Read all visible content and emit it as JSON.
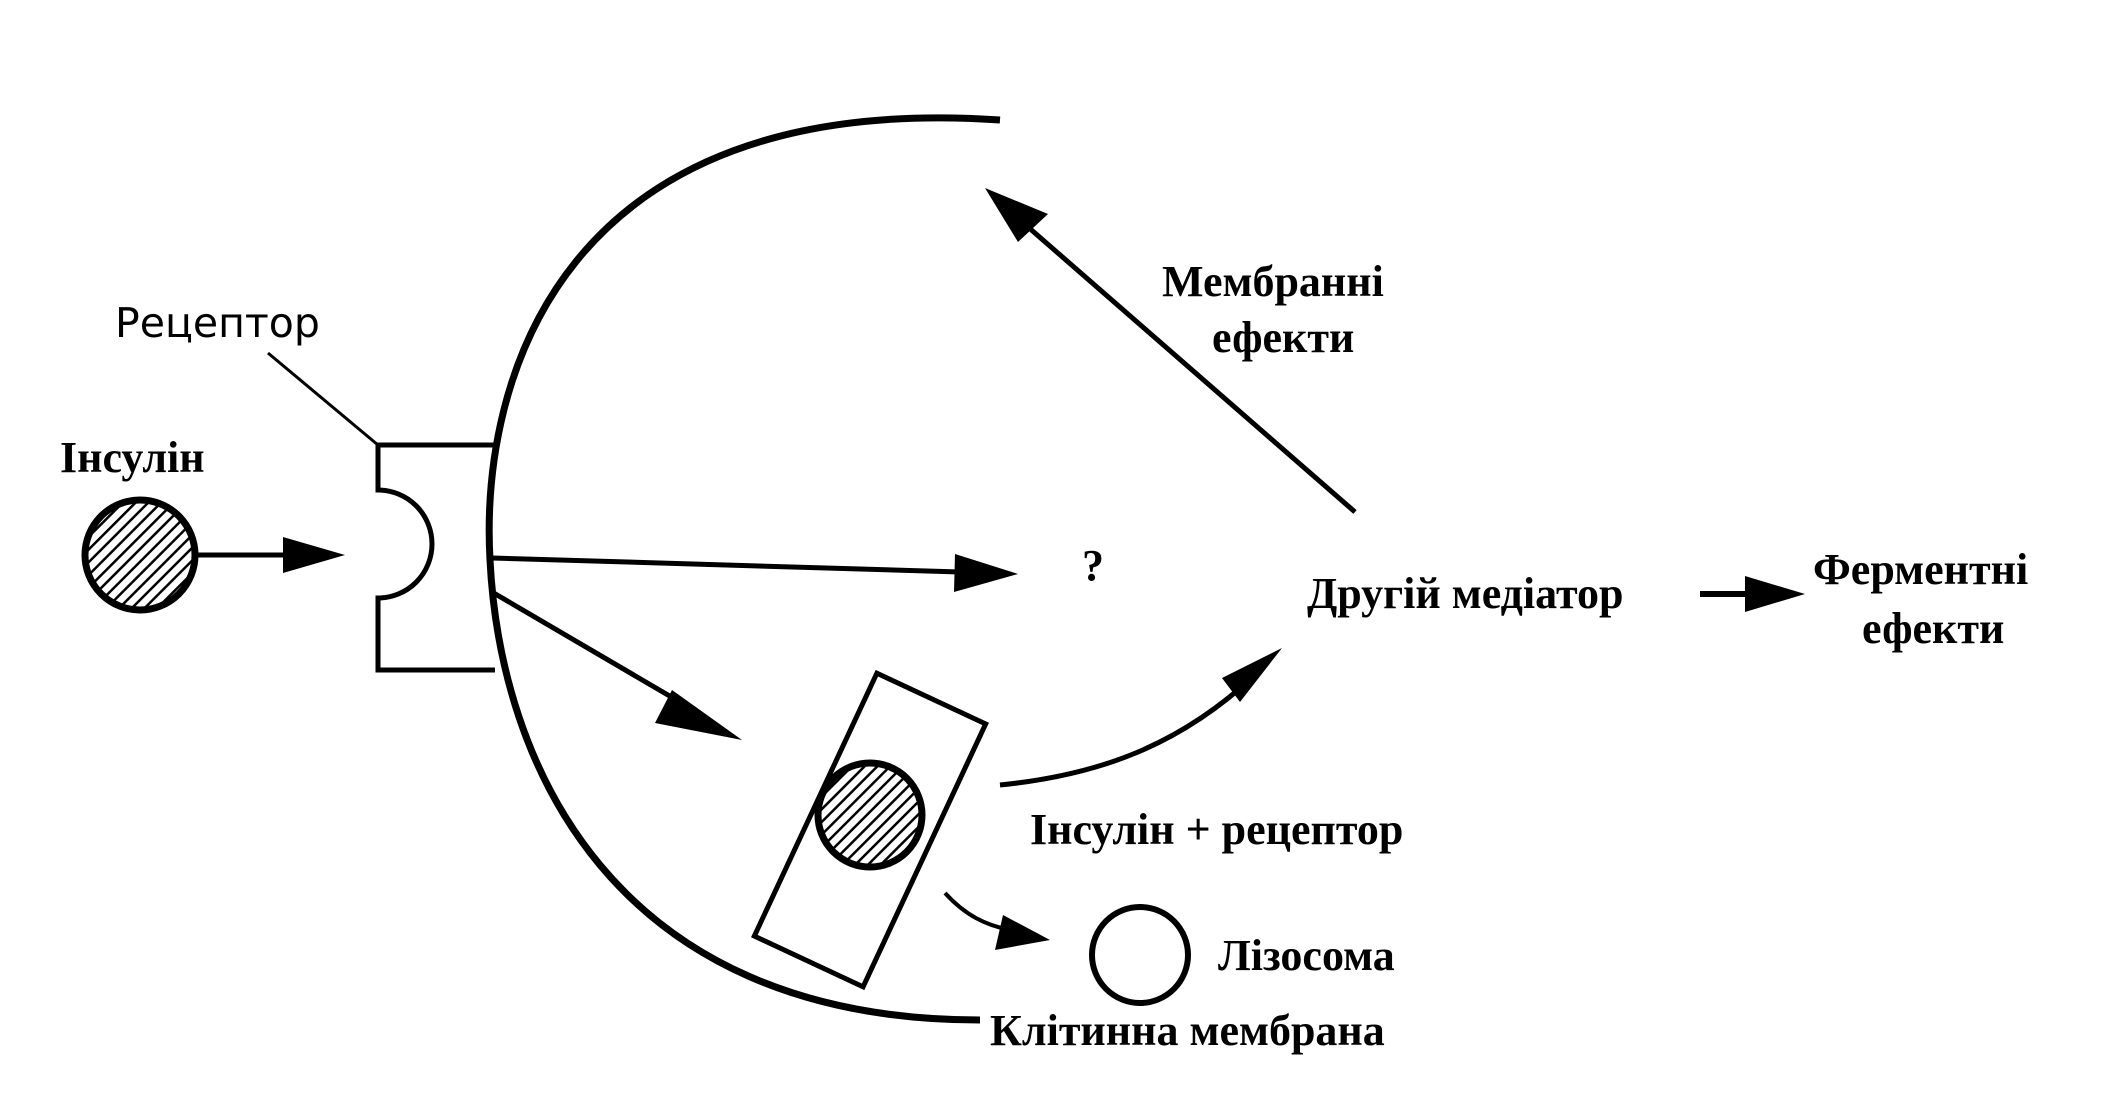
{
  "labels": {
    "receptor": "Рецептор",
    "insulin": "Інсулін",
    "membrane_effects_line1": "Мембранні",
    "membrane_effects_line2": "ефекти",
    "question": "?",
    "second_mediator": "Другій медіатор",
    "enzyme_effects_line1": "Ферментні",
    "enzyme_effects_line2": "ефекти",
    "insulin_receptor": "Інсулін + рецептор",
    "lysosome": "Лізосома",
    "cell_membrane": "Клітинна мембрана"
  }
}
